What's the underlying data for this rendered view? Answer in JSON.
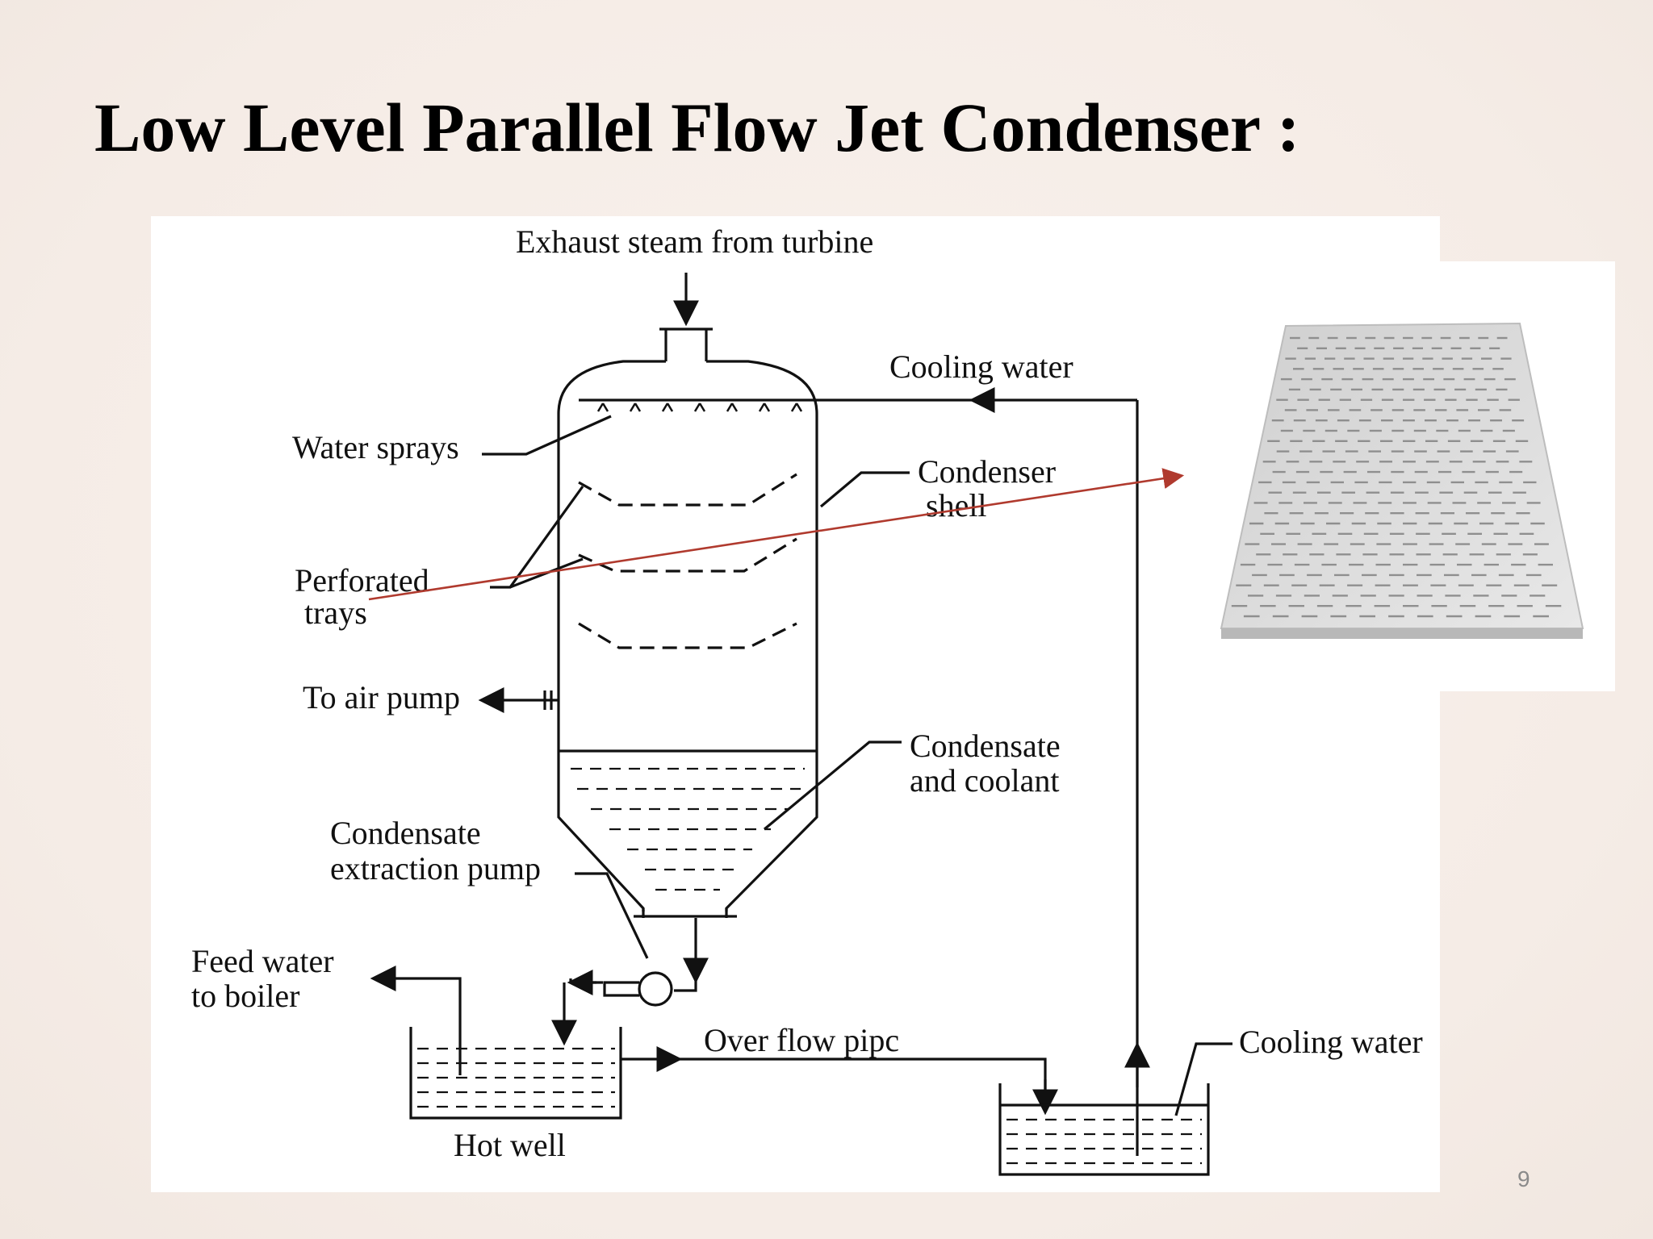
{
  "slide": {
    "title": "Low Level Parallel Flow Jet Condenser :",
    "page_number": "9"
  },
  "diagram": {
    "labels": {
      "exhaust_steam": "Exhaust steam from turbine",
      "cooling_water_top": "Cooling water",
      "water_sprays": "Water sprays",
      "condenser_shell_line1": "Condenser",
      "condenser_shell_line2": "shell",
      "perforated_trays_line1": "Perforated",
      "perforated_trays_line2": "trays",
      "to_air_pump": "To air pump",
      "condensate_coolant_line1": "Condensate",
      "condensate_coolant_line2": "and coolant",
      "extraction_pump_line1": "Condensate",
      "extraction_pump_line2": "extraction pump",
      "feed_water_line1": "Feed water",
      "feed_water_line2": "to boiler",
      "over_flow_pipe": "Over flow pipc",
      "cooling_water_bottom": "Cooling water",
      "hot_well": "Hot well"
    },
    "pointer_color": "#b03a2e"
  },
  "photo": {
    "subject": "perforated-tray",
    "tray_color": "#dcdcdc"
  }
}
